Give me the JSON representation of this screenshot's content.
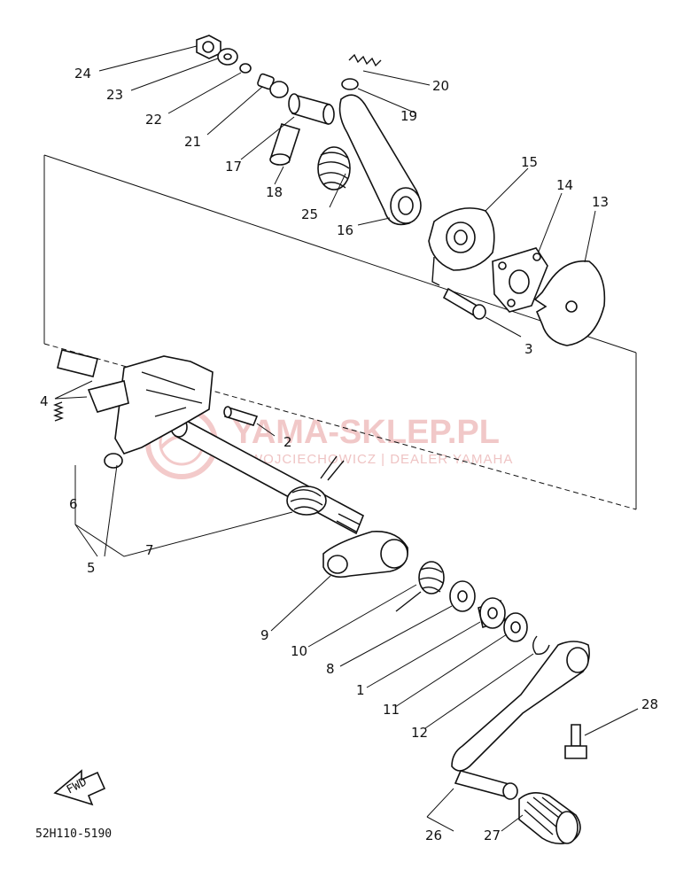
{
  "diagram_code": "52H110-5190",
  "fwd_label": "FWD",
  "watermark": {
    "title": "YAMA-SKLEP.PL",
    "subtitle": "WOJCIECHOWICZ | DEALER YAMAHA"
  },
  "part_labels": {
    "p1": "1",
    "p2": "2",
    "p3": "3",
    "p4": "4",
    "p5": "5",
    "p6": "6",
    "p7": "7",
    "p8": "8",
    "p9": "9",
    "p10": "10",
    "p11": "11",
    "p12": "12",
    "p13": "13",
    "p14": "14",
    "p15": "15",
    "p16": "16",
    "p17": "17",
    "p18": "18",
    "p19": "19",
    "p20": "20",
    "p21": "21",
    "p22": "22",
    "p23": "23",
    "p24": "24",
    "p25": "25",
    "p26": "26",
    "p27": "27",
    "p28": "28"
  }
}
